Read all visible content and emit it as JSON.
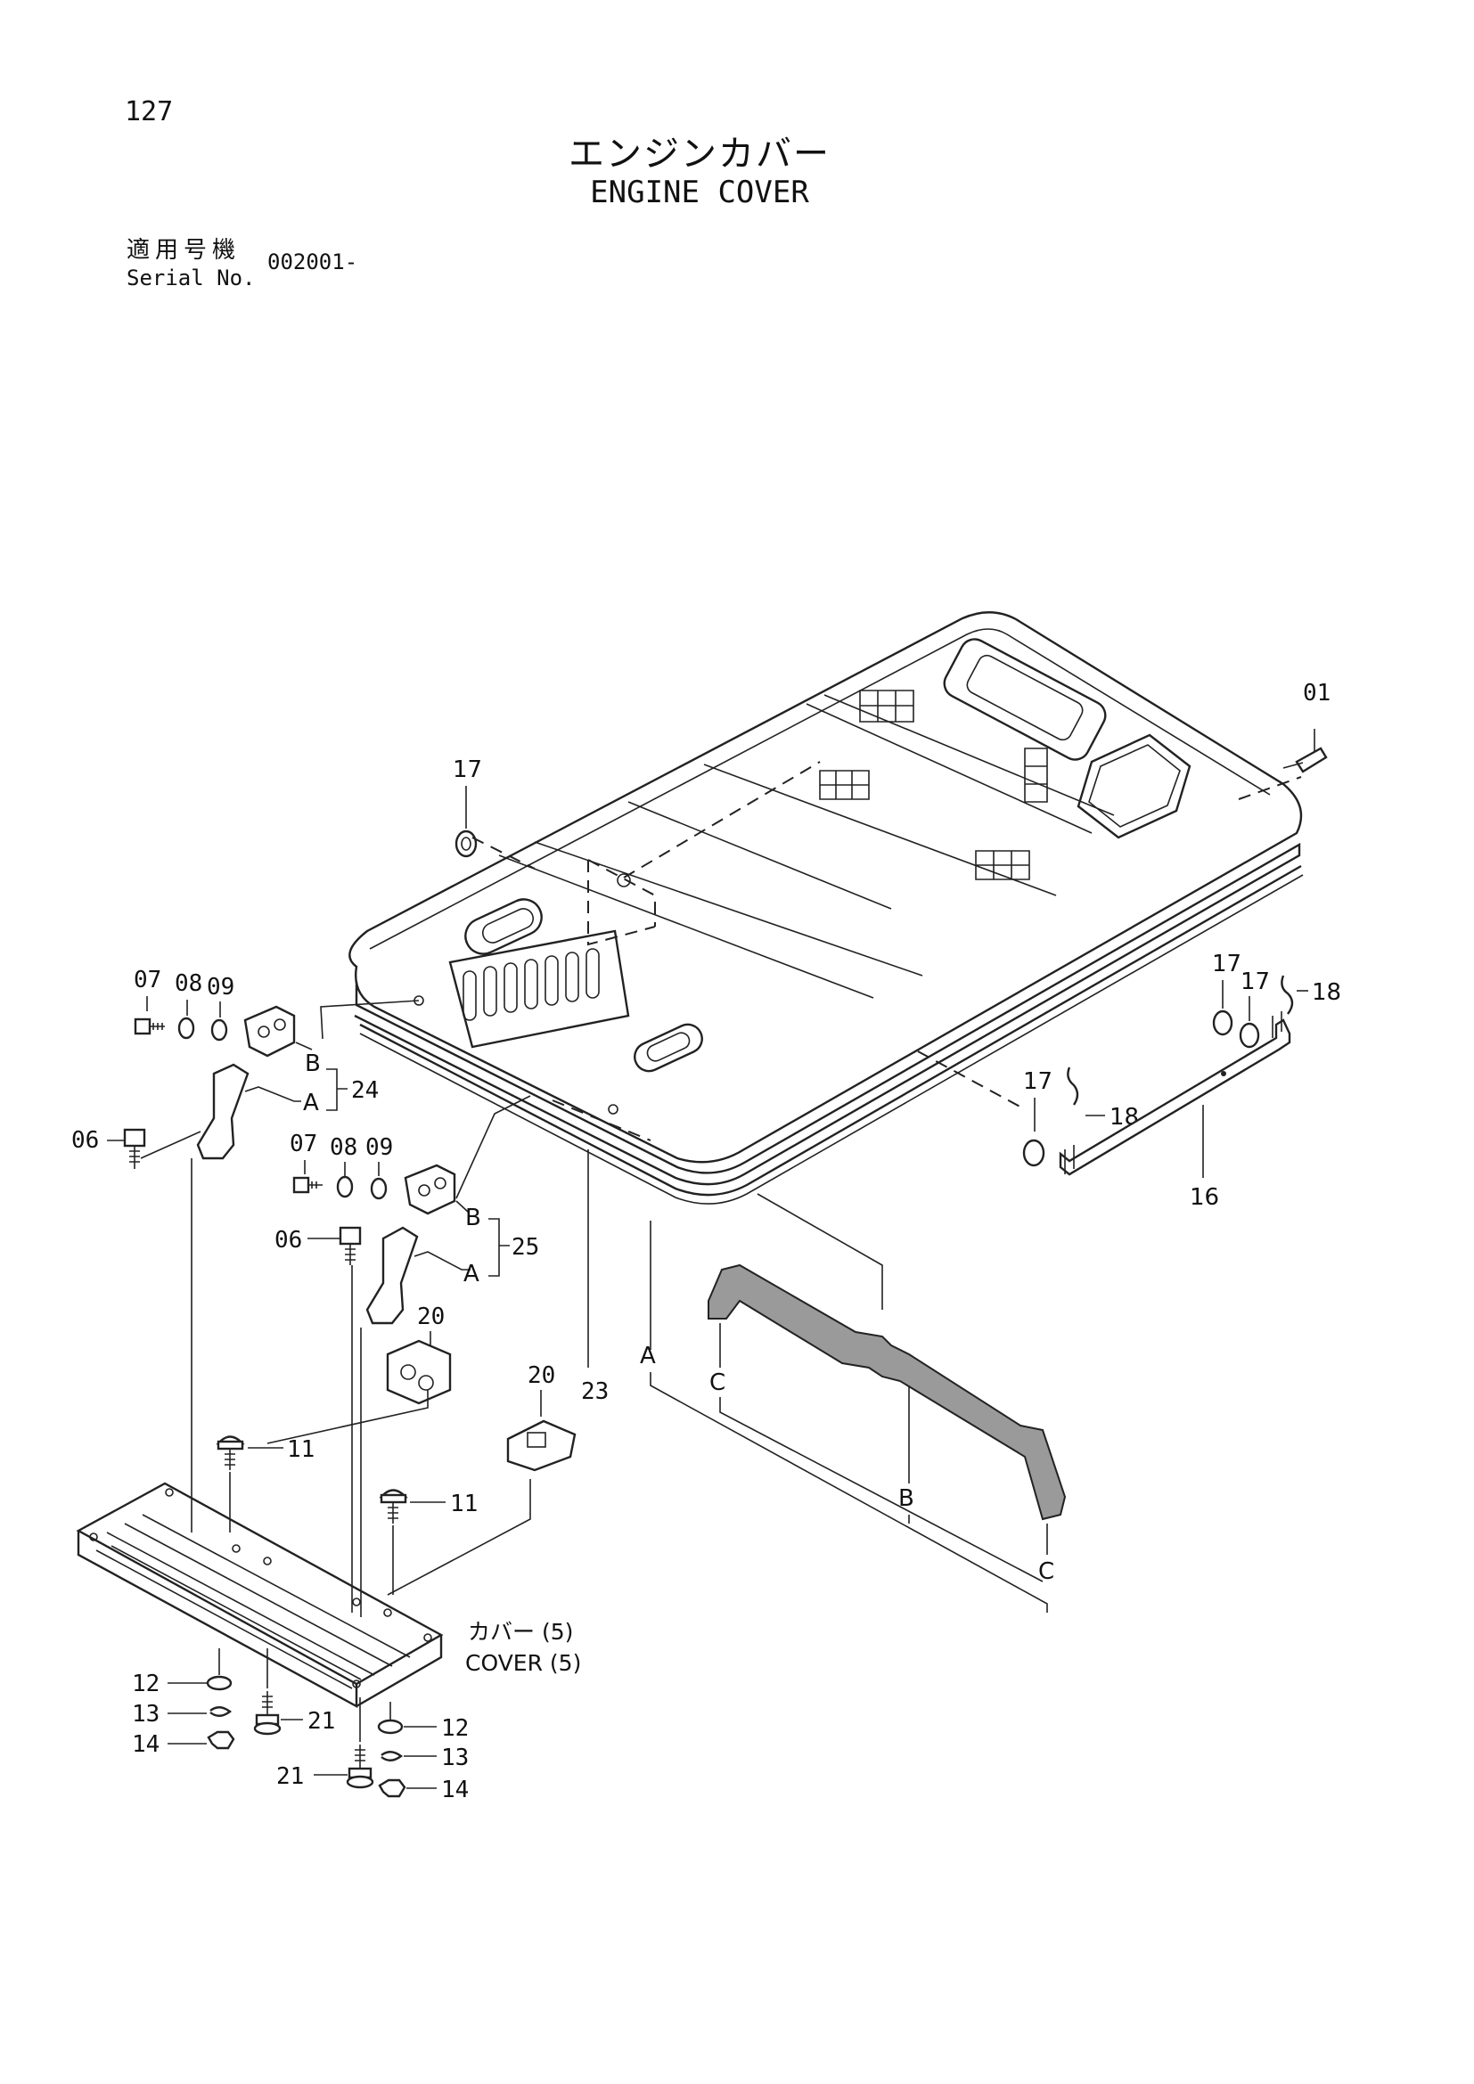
{
  "page_number": "127",
  "title": {
    "japanese": "エンジンカバー",
    "english": "ENGINE COVER"
  },
  "serial": {
    "label_japanese": "適用号機",
    "label_english": "Serial No.",
    "value": "002001-"
  },
  "callouts": {
    "c01": "01",
    "c06a": "06",
    "c06b": "06",
    "c07a": "07",
    "c08a": "08",
    "c09a": "09",
    "c07b": "07",
    "c08b": "08",
    "c09b": "09",
    "c11a": "11",
    "c11b": "11",
    "c12a": "12",
    "c12b": "12",
    "c13a": "13",
    "c13b": "13",
    "c14a": "14",
    "c14b": "14",
    "c16": "16",
    "c17a": "17",
    "c17b": "17",
    "c17c": "17",
    "c17d": "17",
    "c18a": "18",
    "c18b": "18",
    "c20a": "20",
    "c20b": "20",
    "c21a": "21",
    "c21b": "21",
    "c23": "23",
    "c24": "24",
    "c25": "25",
    "cA1": "A",
    "cB1": "B",
    "cA2": "A",
    "cB2": "B",
    "cA3": "A",
    "cB3": "B",
    "cC1": "C",
    "cC2": "C"
  },
  "cover_note": {
    "japanese": "カバー (5)",
    "english": "COVER (5)"
  }
}
